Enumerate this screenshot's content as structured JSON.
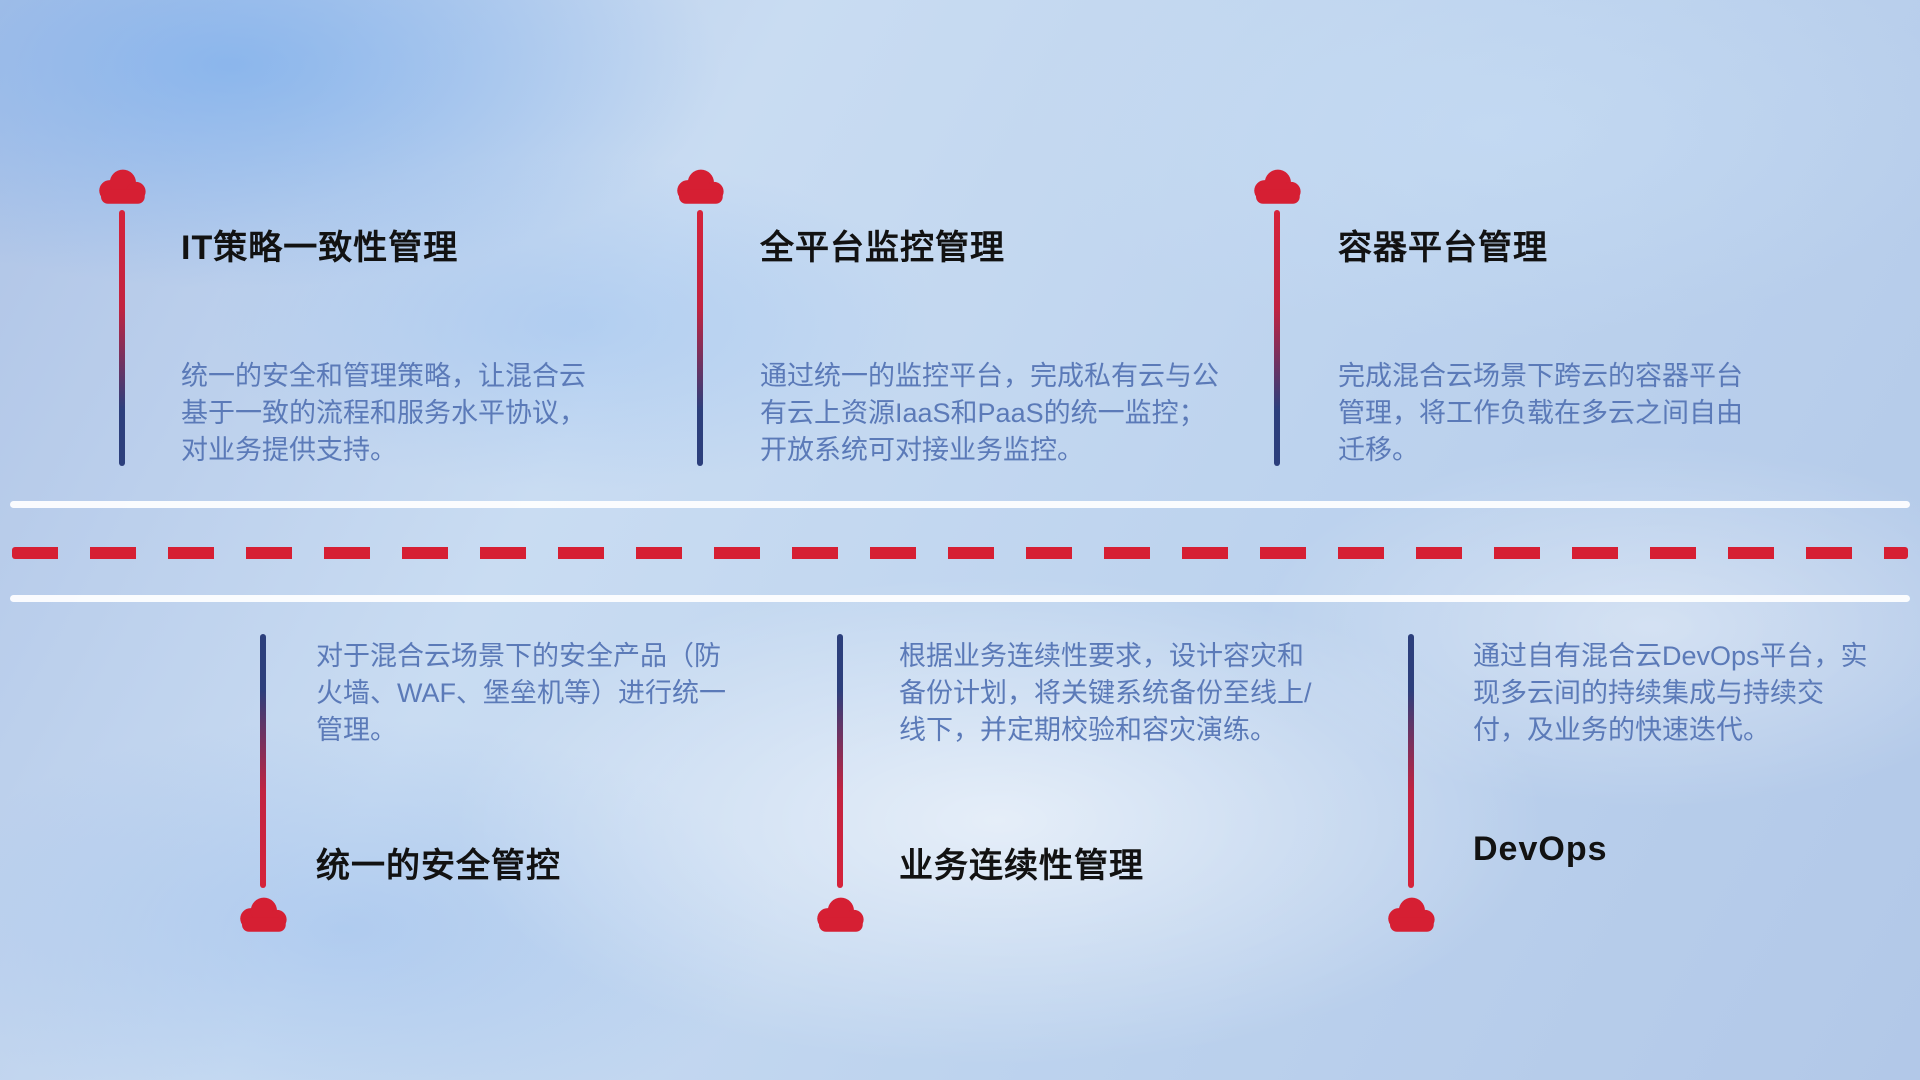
{
  "diagram": {
    "colors": {
      "accent_red": "#d61f33",
      "line_navy": "#2c3f7c",
      "description_blue": "#5b7ab8",
      "title_black": "#121212"
    },
    "top_items": [
      {
        "title": "IT策略一致性管理",
        "desc": "统一的安全和管理策略，让混合云基于一致的流程和服务水平协议，对业务提供支持。"
      },
      {
        "title": "全平台监控管理",
        "desc": "通过统一的监控平台，完成私有云与公有云上资源IaaS和PaaS的统一监控；开放系统可对接业务监控。"
      },
      {
        "title": "容器平台管理",
        "desc": "完成混合云场景下跨云的容器平台管理，将工作负载在多云之间自由迁移。"
      }
    ],
    "bottom_items": [
      {
        "title": "统一的安全管控",
        "desc": "对于混合云场景下的安全产品（防火墙、WAF、堡垒机等）进行统一管理。"
      },
      {
        "title": "业务连续性管理",
        "desc": "根据业务连续性要求，设计容灾和备份计划，将关键系统备份至线上/线下，并定期校验和容灾演练。"
      },
      {
        "title": "DevOps",
        "desc": "通过自有混合云DevOps平台，实现多云间的持续集成与持续交付，及业务的快速迭代。"
      }
    ]
  }
}
